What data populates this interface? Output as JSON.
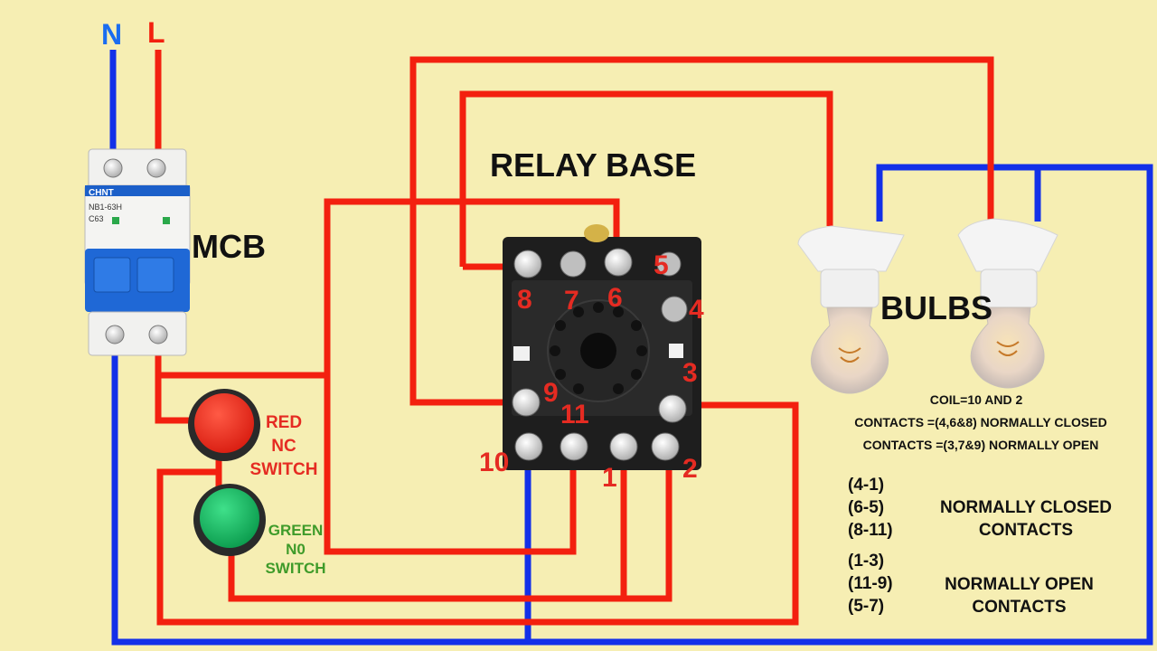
{
  "supply": {
    "neutral": "N",
    "line": "L"
  },
  "titles": {
    "relay_base": "RELAY BASE",
    "mcb": "MCB",
    "bulbs": "BULBS"
  },
  "mcb": {
    "brand": "CHNT",
    "model": "NB1-63H",
    "rating": "C63"
  },
  "relay_pins": [
    "8",
    "7",
    "6",
    "5",
    "4",
    "3",
    "9",
    "11",
    "10",
    "1",
    "2"
  ],
  "switches": {
    "red": {
      "line1": "RED",
      "line2": "NC",
      "line3": "SWITCH"
    },
    "green": {
      "line1": "GREEN",
      "line2": "N0",
      "line3": "SWITCH"
    }
  },
  "notes": {
    "coil": "COIL=10 AND 2",
    "nc_contacts": "CONTACTS =(4,6&8) NORMALLY CLOSED",
    "no_contacts": "CONTACTS =(3,7&9) NORMALLY OPEN"
  },
  "nc_pairs": [
    "(4-1)",
    "(6-5)",
    "(8-11)"
  ],
  "nc_label": {
    "line1": "NORMALLY CLOSED",
    "line2": "CONTACTS"
  },
  "no_pairs": [
    "(1-3)",
    "(11-9)",
    "(5-7)"
  ],
  "no_label": {
    "line1": "NORMALLY OPEN",
    "line2": "CONTACTS"
  },
  "colors": {
    "background": "#f6eeb3",
    "live_wire": "#f3200f",
    "neutral_wire": "#1330e8",
    "label_red": "#e52b22",
    "label_green": "#3f9b2a",
    "switch_red": "#e8281c",
    "switch_green": "#13b15a"
  }
}
